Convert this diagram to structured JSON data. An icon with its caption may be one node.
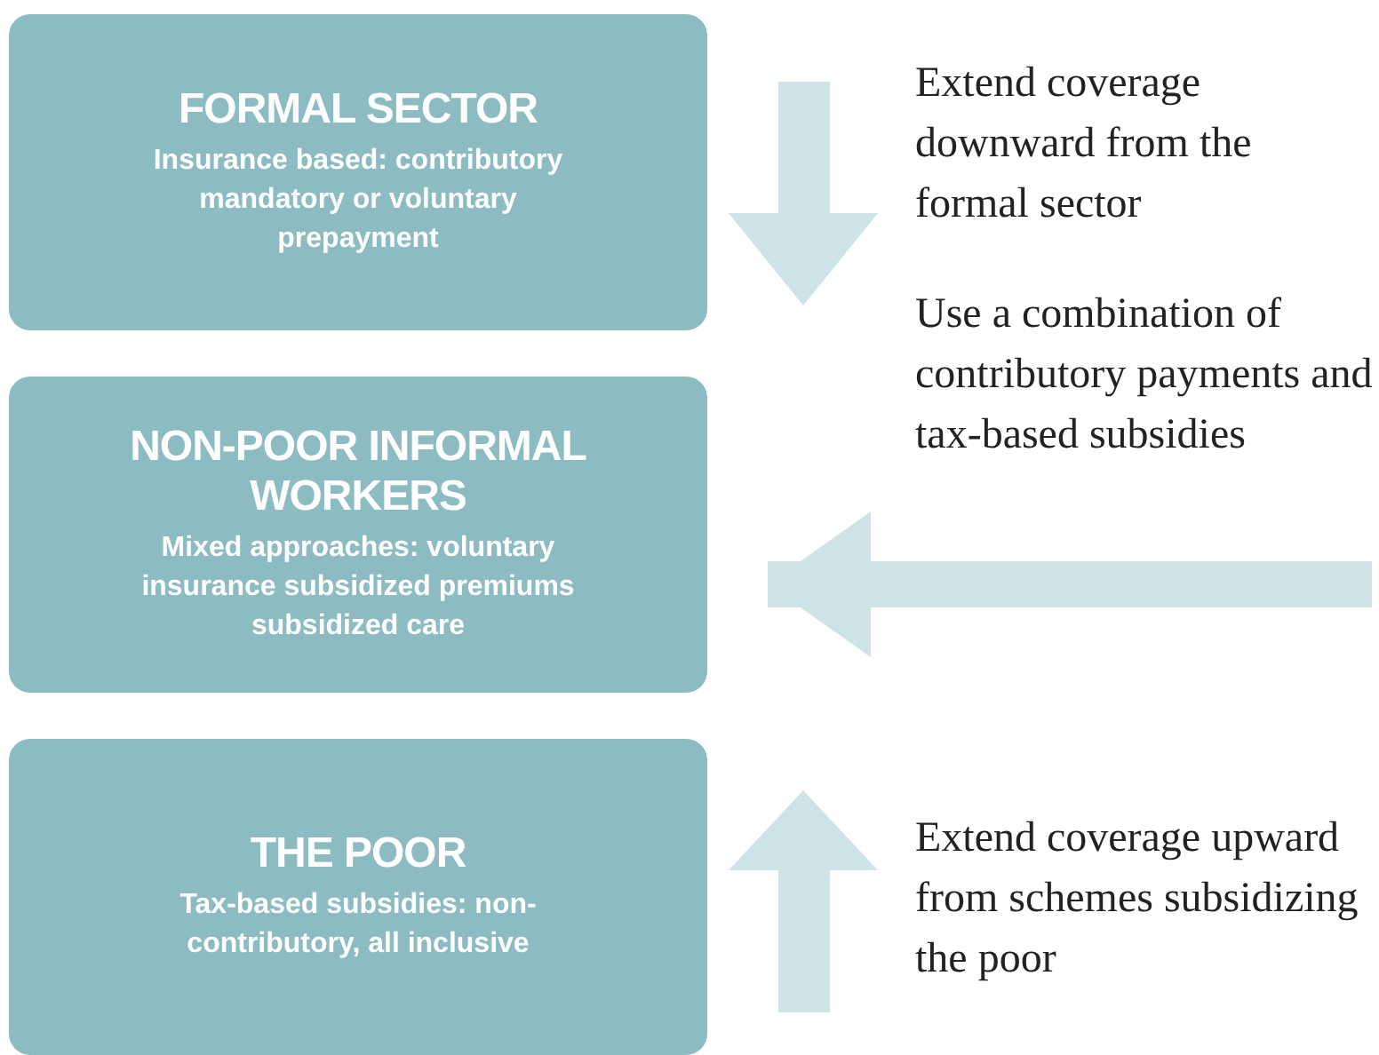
{
  "diagram": {
    "nodes": [
      {
        "text": [
          "FORMAL SECTOR",
          "Insurance based: contributory mandatory or voluntary prepayment"
        ]
      },
      {
        "text": [
          "NON-POOR INFORMAL WORKERS",
          "Mixed approaches: voluntary insurance subsidized premiums subsidized care"
        ]
      },
      {
        "text": [
          "THE POOR",
          "Tax-based subsidies: non-contributory, all inclusive"
        ]
      }
    ],
    "edges": [
      {
        "from": null,
        "to": 1,
        "arrow": "to"
      }
    ],
    "labels": [
      "Extend coverage downward from the formal sector",
      "Use a combination of contributory payments and tax-based subsidies",
      "Extend coverage upward from schemes subsidizing the poor"
    ]
  }
}
